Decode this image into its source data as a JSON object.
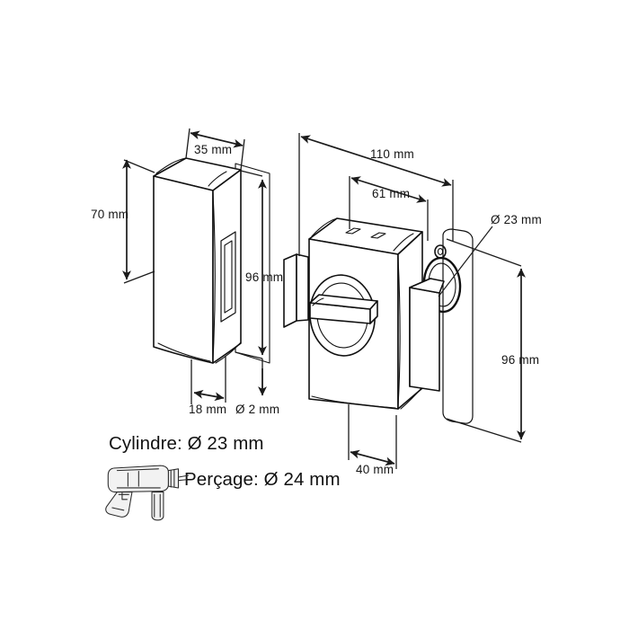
{
  "figure": {
    "type": "technical-line-drawing",
    "subject": "rim lock / night latch with strike keeper",
    "background_color": "#ffffff",
    "line_color": "#111111"
  },
  "dimensions": {
    "keeper_depth": "35 mm",
    "keeper_height": "70 mm",
    "keeper_plate_height": "96 mm",
    "keeper_width": "18 mm",
    "keeper_hole": "Ø 2 mm",
    "lock_width": "110 mm",
    "lock_body_width": "61 mm",
    "cylinder_diameter": "Ø 23 mm",
    "lock_plate_height": "96 mm",
    "lock_depth": "40 mm"
  },
  "notes": {
    "cylinder_label": "Cylindre: Ø 23 mm",
    "drilling_label": "Perçage: Ø 24 mm",
    "drill_icon": "power-drill-icon"
  }
}
